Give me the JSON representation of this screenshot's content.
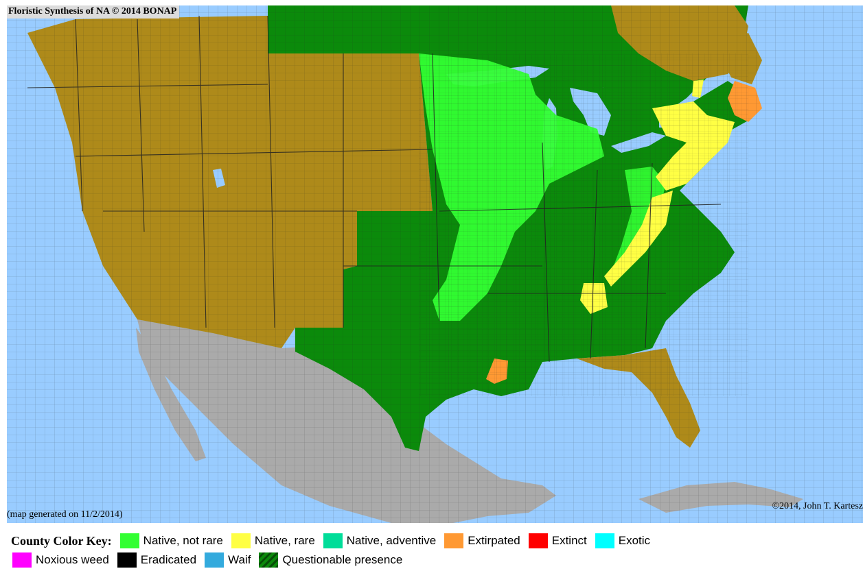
{
  "map": {
    "title": "Floristic Synthesis of NA © 2014 BONAP",
    "generated_note": "(map generated on 11/2/2014)",
    "copyright": "©2014, John T. Kartesz"
  },
  "colors": {
    "water": "#99ccff",
    "non_study": "#aaaaaa",
    "absent": "#ae8a1a",
    "present": "#0b8a0b",
    "county_line": "#222222"
  },
  "legend": {
    "title": "County Color Key:",
    "items": [
      {
        "label": "Native, not rare",
        "color": "#33ff33",
        "pattern": "solid"
      },
      {
        "label": "Native, rare",
        "color": "#ffff44",
        "pattern": "solid"
      },
      {
        "label": "Native, adventive",
        "color": "#00dd99",
        "pattern": "solid"
      },
      {
        "label": "Extirpated",
        "color": "#ff9933",
        "pattern": "solid"
      },
      {
        "label": "Extinct",
        "color": "#ff0000",
        "pattern": "solid"
      },
      {
        "label": "Exotic",
        "color": "#00ffff",
        "pattern": "solid"
      },
      {
        "label": "Noxious weed",
        "color": "#ff00ff",
        "pattern": "solid"
      },
      {
        "label": "Eradicated",
        "color": "#000000",
        "pattern": "solid"
      },
      {
        "label": "Waif",
        "color": "#33aadd",
        "pattern": "solid"
      },
      {
        "label": "Questionable presence",
        "color": "#0b8a0b",
        "pattern": "hatched"
      }
    ]
  }
}
